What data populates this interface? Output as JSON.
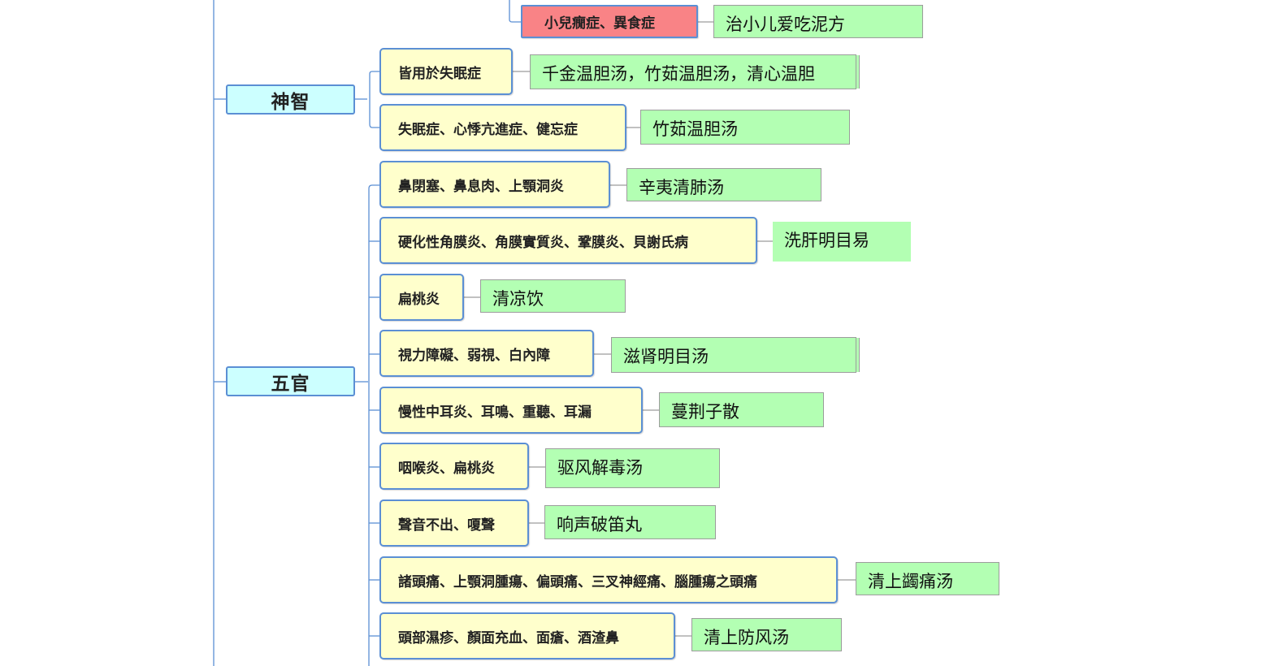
{
  "colors": {
    "category_fill": "#ccffff",
    "symptom_fill": "#ffffcc",
    "symptom_highlight_fill": "#f98386",
    "formula_fill": "#b3ffb3",
    "connector": "#5b8fd4"
  },
  "top_item": {
    "symptom": "小兒癇症、異食症",
    "formula": "治小儿爱吃泥方"
  },
  "categories": [
    {
      "label": "神智",
      "items": [
        {
          "symptom": "皆用於失眠症",
          "formula": "千金温胆汤，竹茹温胆汤，清心温胆"
        },
        {
          "symptom": "失眠症、心悸亢進症、健忘症",
          "formula": "竹茹温胆汤"
        }
      ]
    },
    {
      "label": "五官",
      "items": [
        {
          "symptom": "鼻閉塞、鼻息肉、上顎洞炎",
          "formula": "辛夷清肺汤"
        },
        {
          "symptom": "硬化性角膜炎、角膜實質炎、鞏膜炎、貝謝氏病",
          "formula": "洗肝明目易"
        },
        {
          "symptom": "扁桃炎",
          "formula": "清凉饮"
        },
        {
          "symptom": "視力障礙、弱視、白內障",
          "formula": "滋肾明目汤"
        },
        {
          "symptom": "慢性中耳炎、耳鳴、重聽、耳漏",
          "formula": "蔓荆子散"
        },
        {
          "symptom": "咽喉炎、扁桃炎",
          "formula": "驱风解毒汤"
        },
        {
          "symptom": "聲音不出、嗄聲",
          "formula": "响声破笛丸"
        },
        {
          "symptom": "諸頭痛、上顎洞腫瘍、偏頭痛、三叉神經痛、腦腫瘍之頭痛",
          "formula": "清上蠲痛汤"
        },
        {
          "symptom": "頭部濕疹、顏面充血、面瘡、酒渣鼻",
          "formula": "清上防风汤"
        }
      ]
    }
  ]
}
